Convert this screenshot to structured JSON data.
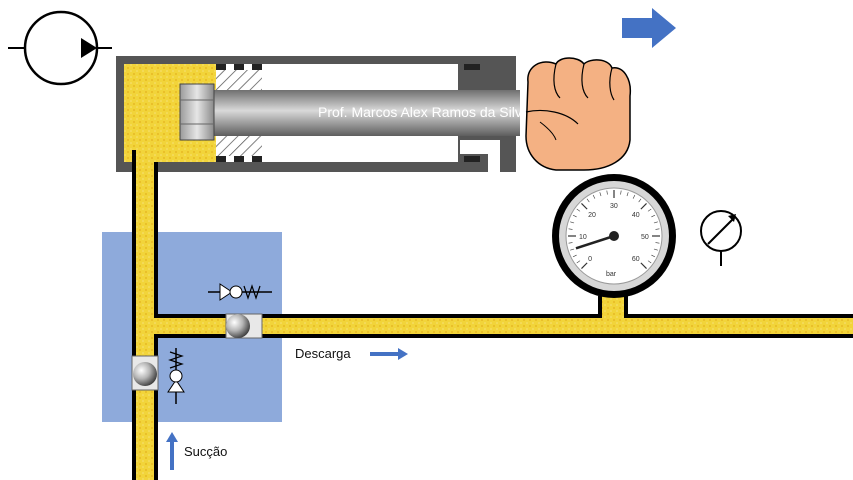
{
  "labels": {
    "discharge": "Descarga",
    "suction": "Sucção",
    "watermark": "Prof. Marcos Alex Ramos da Silva"
  },
  "gauge": {
    "unit": "bar",
    "scale_marks": [
      "0",
      "10",
      "20",
      "30",
      "40",
      "50",
      "60"
    ],
    "needle_reading": 6
  },
  "colors": {
    "fluid": "#f2d43a",
    "pump_block": "#8eaadb",
    "cylinder_body": "#555555",
    "arrow": "#4472c4",
    "hand": "#f4b183"
  },
  "icons": {
    "pump_symbol": "hydraulic-pump-icon",
    "direction_arrow": "right-arrow-icon",
    "manometer_symbol": "pressure-gauge-icon",
    "check_valve_symbol": "check-valve-icon"
  }
}
